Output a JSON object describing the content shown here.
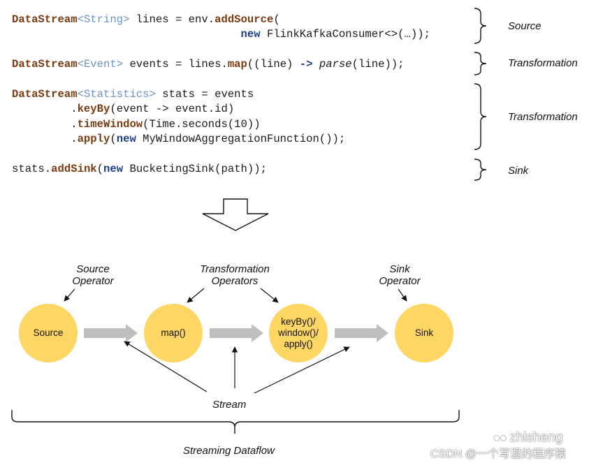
{
  "code": {
    "line1": {
      "type": "DataStream",
      "open": "<",
      "generic": "String",
      "close": ">",
      "rest": " lines = env.",
      "method": "addSource",
      "tail": "("
    },
    "line2": {
      "indent": "                                   ",
      "kw_new": "new",
      "rest": " FlinkKafkaConsumer<>(…));"
    },
    "line3": {
      "type": "DataStream",
      "open": "<",
      "generic": "Event",
      "close": ">",
      "rest": " events = lines.",
      "method": "map",
      "mid": "((line) ",
      "arrow": "->",
      "space": " ",
      "italic": "parse",
      "tail": "(line));"
    },
    "line4": {
      "type": "DataStream",
      "open": "<",
      "generic": "Statistics",
      "close": ">",
      "rest": " stats = events"
    },
    "line5": {
      "indent": "         .",
      "method": "keyBy",
      "rest": "(event -> event.id)"
    },
    "line6": {
      "indent": "         .",
      "method": "timeWindow",
      "rest": "(Time.seconds(10))"
    },
    "line7": {
      "indent": "         .",
      "method": "apply",
      "open": "(",
      "kw_new": "new",
      "rest": " MyWindowAggregationFunction());"
    },
    "line8": {
      "pre": "stats.",
      "method": "addSink",
      "open": "(",
      "kw_new": "new",
      "rest": " BucketingSink(path));"
    }
  },
  "side_labels": [
    "Source",
    "Transformation",
    "Transformation",
    "Sink"
  ],
  "operator_labels": {
    "source": [
      "Source",
      "Operator"
    ],
    "transformation": [
      "Transformation",
      "Operators"
    ],
    "sink": [
      "Sink",
      "Operator"
    ]
  },
  "nodes": {
    "source": [
      "Source"
    ],
    "map": [
      "map()"
    ],
    "keyby": [
      "keyBy()/",
      "window()/",
      "apply()"
    ],
    "sink": [
      "Sink"
    ]
  },
  "stream_label": "Stream",
  "dataflow_label": "Streaming Dataflow",
  "watermark": {
    "handle": "zhisheng",
    "credit": "CSDN @一个写湿的程序猿"
  },
  "colors": {
    "node_fill": "#fdd663",
    "flow_arrow": "#bfbfbf",
    "type_keyword": "#7a3b12",
    "generic_type": "#6b93c4",
    "new_keyword": "#1f3f8f"
  }
}
